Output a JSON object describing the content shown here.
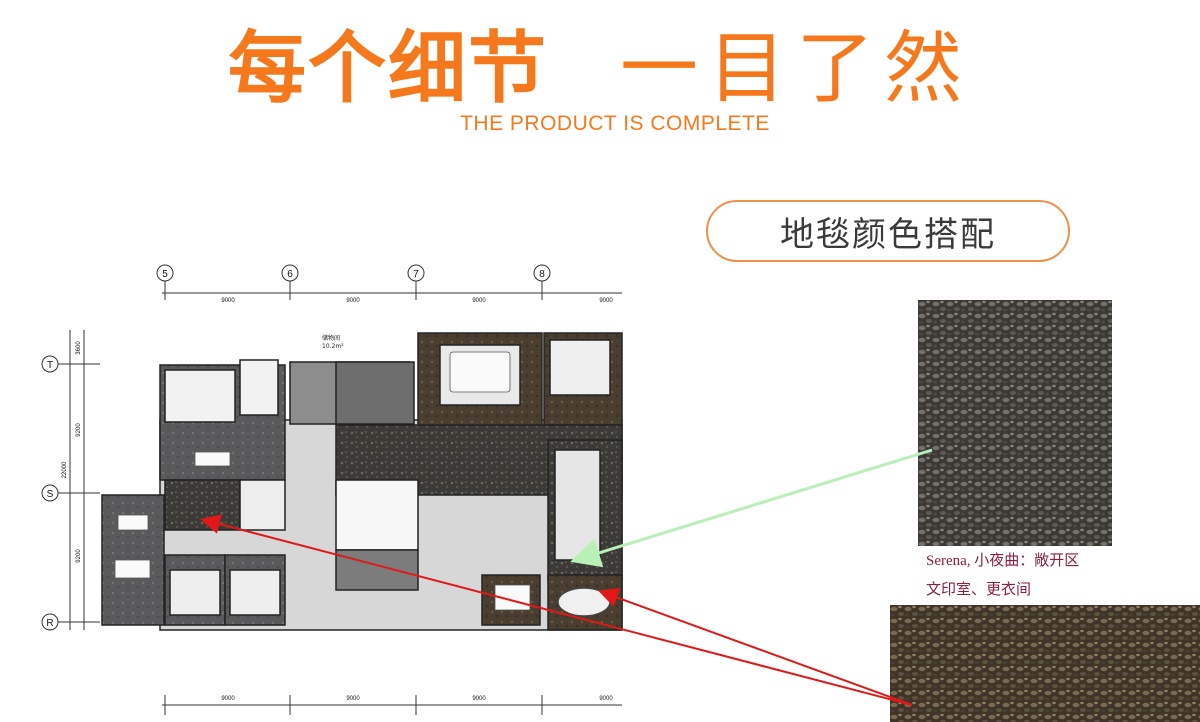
{
  "hero": {
    "title_left": "每个细节",
    "title_right": "一目了然",
    "subtitle": "THE PRODUCT IS COMPLETE"
  },
  "section_pill": "地毯颜色搭配",
  "floor_plan": {
    "column_grid": [
      "5",
      "6",
      "7",
      "8"
    ],
    "row_grid": [
      "T",
      "S",
      "R"
    ],
    "top_dimensions": [
      "9000",
      "9000",
      "9000",
      "9000"
    ],
    "bottom_dimensions": [
      "9000",
      "9000",
      "9000",
      "9000"
    ],
    "left_dimensions": [
      "3600",
      "9200",
      "22000",
      "9200"
    ],
    "room_label": "储物间",
    "room_area": "10.2m²"
  },
  "carpet_captions": {
    "line1": "Serena, 小夜曲：敞开区",
    "line2": "文印室、更衣间"
  },
  "colors": {
    "accent": "#f5791c",
    "caption": "#8b1e3f",
    "arrow_red": "#e01818",
    "arrow_green": "#b8f0b8"
  }
}
